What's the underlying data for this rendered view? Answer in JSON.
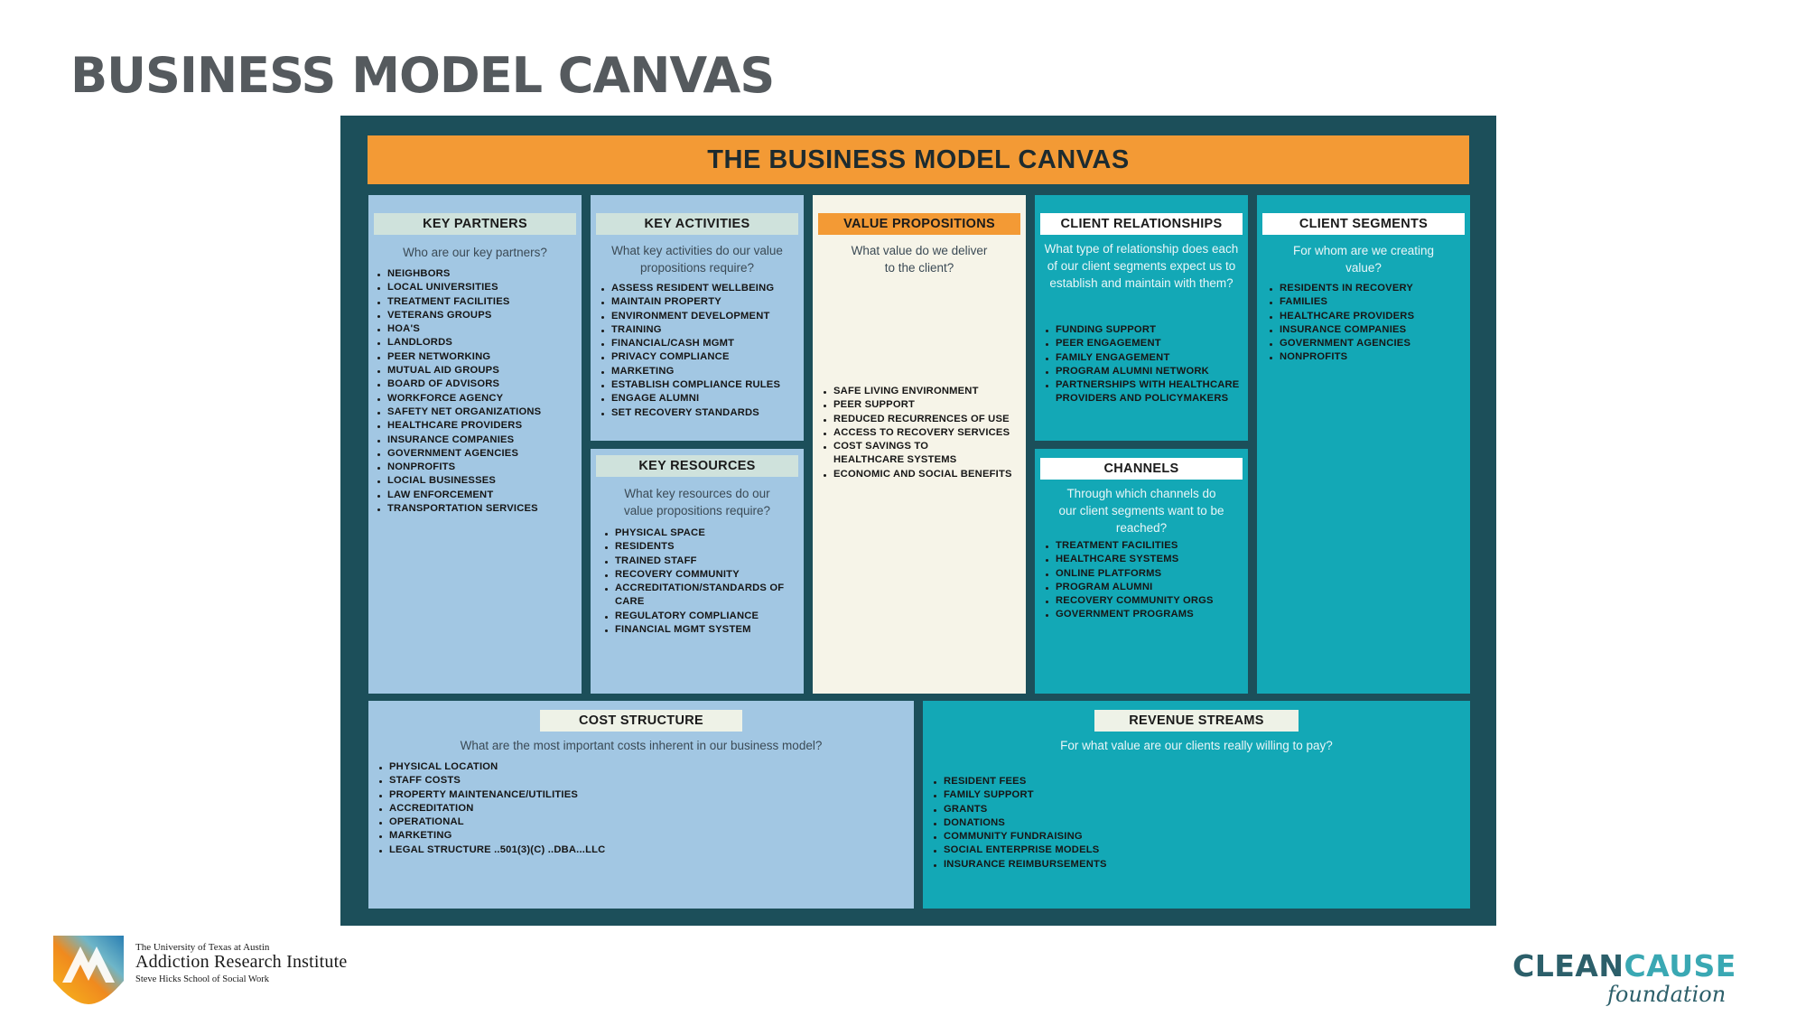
{
  "page_title": "BUSINESS MODEL CANVAS",
  "canvas": {
    "header": "THE BUSINESS MODEL CANVAS",
    "key_partners": {
      "title": "KEY PARTNERS",
      "question": "Who are our key partners?",
      "items": [
        "NEIGHBORS",
        "LOCAL UNIVERSITIES",
        "TREATMENT FACILITIES",
        "VETERANS GROUPS",
        "HOA'S",
        "LANDLORDS",
        "PEER NETWORKING",
        "MUTUAL AID GROUPS",
        "BOARD OF ADVISORS",
        "WORKFORCE AGENCY",
        "SAFETY NET ORGANIZATIONS",
        "HEALTHCARE PROVIDERS",
        "INSURANCE COMPANIES",
        "GOVERNMENT AGENCIES",
        "NONPROFITS",
        "LOCIAL BUSINESSES",
        "LAW ENFORCEMENT",
        "TRANSPORTATION SERVICES"
      ]
    },
    "key_activities": {
      "title": "KEY ACTIVITIES",
      "question": "What key activities do our value propositions require?",
      "items": [
        "ASSESS RESIDENT WELLBEING",
        "MAINTAIN PROPERTY",
        "ENVIRONMENT DEVELOPMENT",
        "TRAINING",
        "FINANCIAL/CASH MGMT",
        "PRIVACY COMPLIANCE",
        "MARKETING",
        "ESTABLISH COMPLIANCE RULES",
        "ENGAGE ALUMNI",
        "SET RECOVERY STANDARDS"
      ]
    },
    "key_resources": {
      "title": "KEY RESOURCES",
      "question": "What key resources do our value propositions require?",
      "items": [
        "PHYSICAL SPACE",
        "RESIDENTS",
        "TRAINED STAFF",
        "RECOVERY COMMUNITY",
        "ACCREDITATION/STANDARDS OF CARE",
        "REGULATORY COMPLIANCE",
        "FINANCIAL MGMT SYSTEM"
      ]
    },
    "value_propositions": {
      "title": "VALUE PROPOSITIONS",
      "question": "What value do we deliver to the client?",
      "items": [
        "SAFE LIVING ENVIRONMENT",
        "PEER SUPPORT",
        "REDUCED RECURRENCES OF USE",
        "ACCESS TO RECOVERY SERVICES",
        "COST SAVINGS TO HEALTHCARE SYSTEMS",
        "ECONOMIC AND SOCIAL BENEFITS"
      ]
    },
    "client_relationships": {
      "title": "CLIENT RELATIONSHIPS",
      "question": "What type of relationship does each of our client segments expect us to establish and maintain with them?",
      "items": [
        "FUNDING SUPPORT",
        "PEER ENGAGEMENT",
        "FAMILY ENGAGEMENT",
        "PROGRAM ALUMNI NETWORK",
        "PARTNERSHIPS WITH HEALTHCARE PROVIDERS AND POLICYMAKERS"
      ]
    },
    "channels": {
      "title": "CHANNELS",
      "question": "Through which channels do our client segments want to be reached?",
      "items": [
        "TREATMENT FACILITIES",
        "HEALTHCARE SYSTEMS",
        "ONLINE PLATFORMS",
        "PROGRAM ALUMNI",
        "RECOVERY COMMUNITY ORGS",
        "GOVERNMENT PROGRAMS"
      ]
    },
    "client_segments": {
      "title": "CLIENT SEGMENTS",
      "question": "For whom are we creating value?",
      "items": [
        "RESIDENTS IN RECOVERY",
        "FAMILIES",
        "HEALTHCARE PROVIDERS",
        "INSURANCE COMPANIES",
        "GOVERNMENT AGENCIES",
        "NONPROFITS"
      ]
    },
    "cost_structure": {
      "title": "COST STRUCTURE",
      "question": "What are the most important costs inherent in our business model?",
      "items": [
        "PHYSICAL LOCATION",
        "STAFF COSTS",
        "PROPERTY MAINTENANCE/UTILITIES",
        "ACCREDITATION",
        "OPERATIONAL",
        "MARKETING",
        "LEGAL STRUCTURE ..501(3)(C) ..DBA...LLC"
      ]
    },
    "revenue_streams": {
      "title": "REVENUE STREAMS",
      "question": "For what value are our clients really willing to pay?",
      "items": [
        "RESIDENT FEES",
        "FAMILY SUPPORT",
        "GRANTS",
        "DONATIONS",
        "COMMUNITY FUNDRAISING",
        "SOCIAL ENTERPRISE MODELS",
        "INSURANCE REIMBURSEMENTS"
      ]
    }
  },
  "logos": {
    "ari": {
      "line1": "The University of Texas at Austin",
      "line2": "Addiction Research Institute",
      "line3": "Steve Hicks School of Social Work"
    },
    "cleancause": {
      "clean": "CLEAN",
      "cause": "CAUSE",
      "foundation": "foundation"
    }
  },
  "colors": {
    "frame": "#1c4f5a",
    "header": "#f39a35",
    "light_block": "#a2c7e3",
    "cream_block": "#f6f4e8",
    "teal_block": "#13a8b6"
  }
}
